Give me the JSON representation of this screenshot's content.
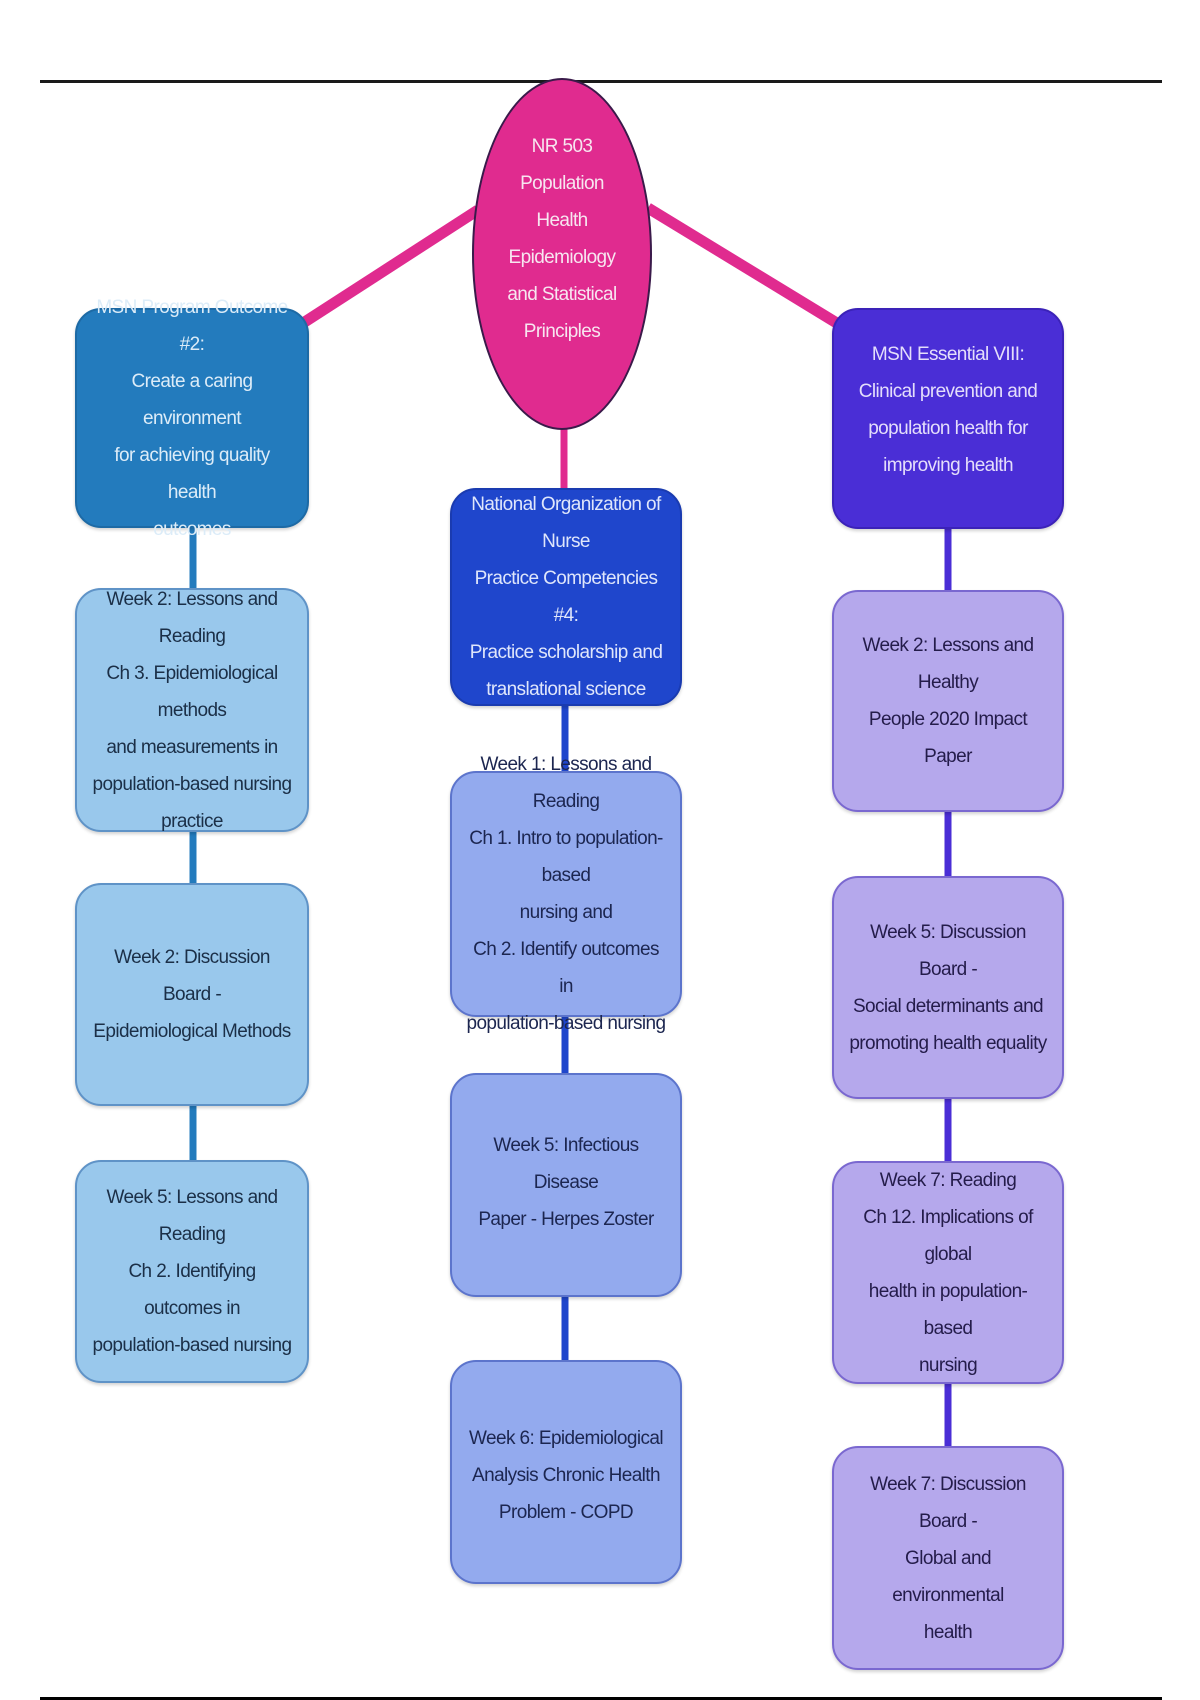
{
  "title": "NR 503 Population Health Epidemiology and Statistical Principles",
  "colors": {
    "center": "#e02b8f",
    "connector_top": "#e02b8f",
    "left_branch": "#237bbd",
    "middle_branch": "#1f46cc",
    "right_branch": "#4a2ed6",
    "left_children": "#99c8ec",
    "middle_children": "#93aaee",
    "right_children": "#b5a8ec"
  },
  "center": {
    "label": "NR 503\nPopulation\nHealth\nEpidemiology\nand Statistical\nPrinciples"
  },
  "branches": {
    "left": {
      "heading": "MSN Program Outcome #2:\nCreate a caring environment\nfor achieving quality health\noutcomes",
      "items": [
        "Week 2: Lessons and Reading\nCh 3. Epidemiological methods\nand measurements in\npopulation-based nursing\npractice",
        "Week 2: Discussion Board -\nEpidemiological Methods",
        "Week 5: Lessons and Reading\nCh 2. Identifying outcomes in\npopulation-based nursing"
      ]
    },
    "middle": {
      "heading": "National Organization of Nurse\nPractice Competencies #4:\nPractice scholarship and\ntranslational science",
      "items": [
        "Week 1: Lessons and Reading\nCh 1. Intro to population-based\nnursing and\nCh 2. Identify outcomes in\npopulation-based nursing",
        "Week 5: Infectious Disease\nPaper  - Herpes Zoster",
        "Week 6: Epidemiological\nAnalysis Chronic Health\nProblem - COPD"
      ]
    },
    "right": {
      "heading": "MSN Essential VIII:\nClinical prevention and\npopulation health for\nimproving health",
      "items": [
        "Week 2: Lessons and Healthy\nPeople 2020 Impact Paper",
        "Week 5: Discussion Board -\nSocial determinants and\npromoting health equality",
        "Week 7: Reading\nCh 12. Implications of global\nhealth in population-based\nnursing",
        "Week 7: Discussion Board -\nGlobal and environmental\nhealth"
      ]
    }
  }
}
